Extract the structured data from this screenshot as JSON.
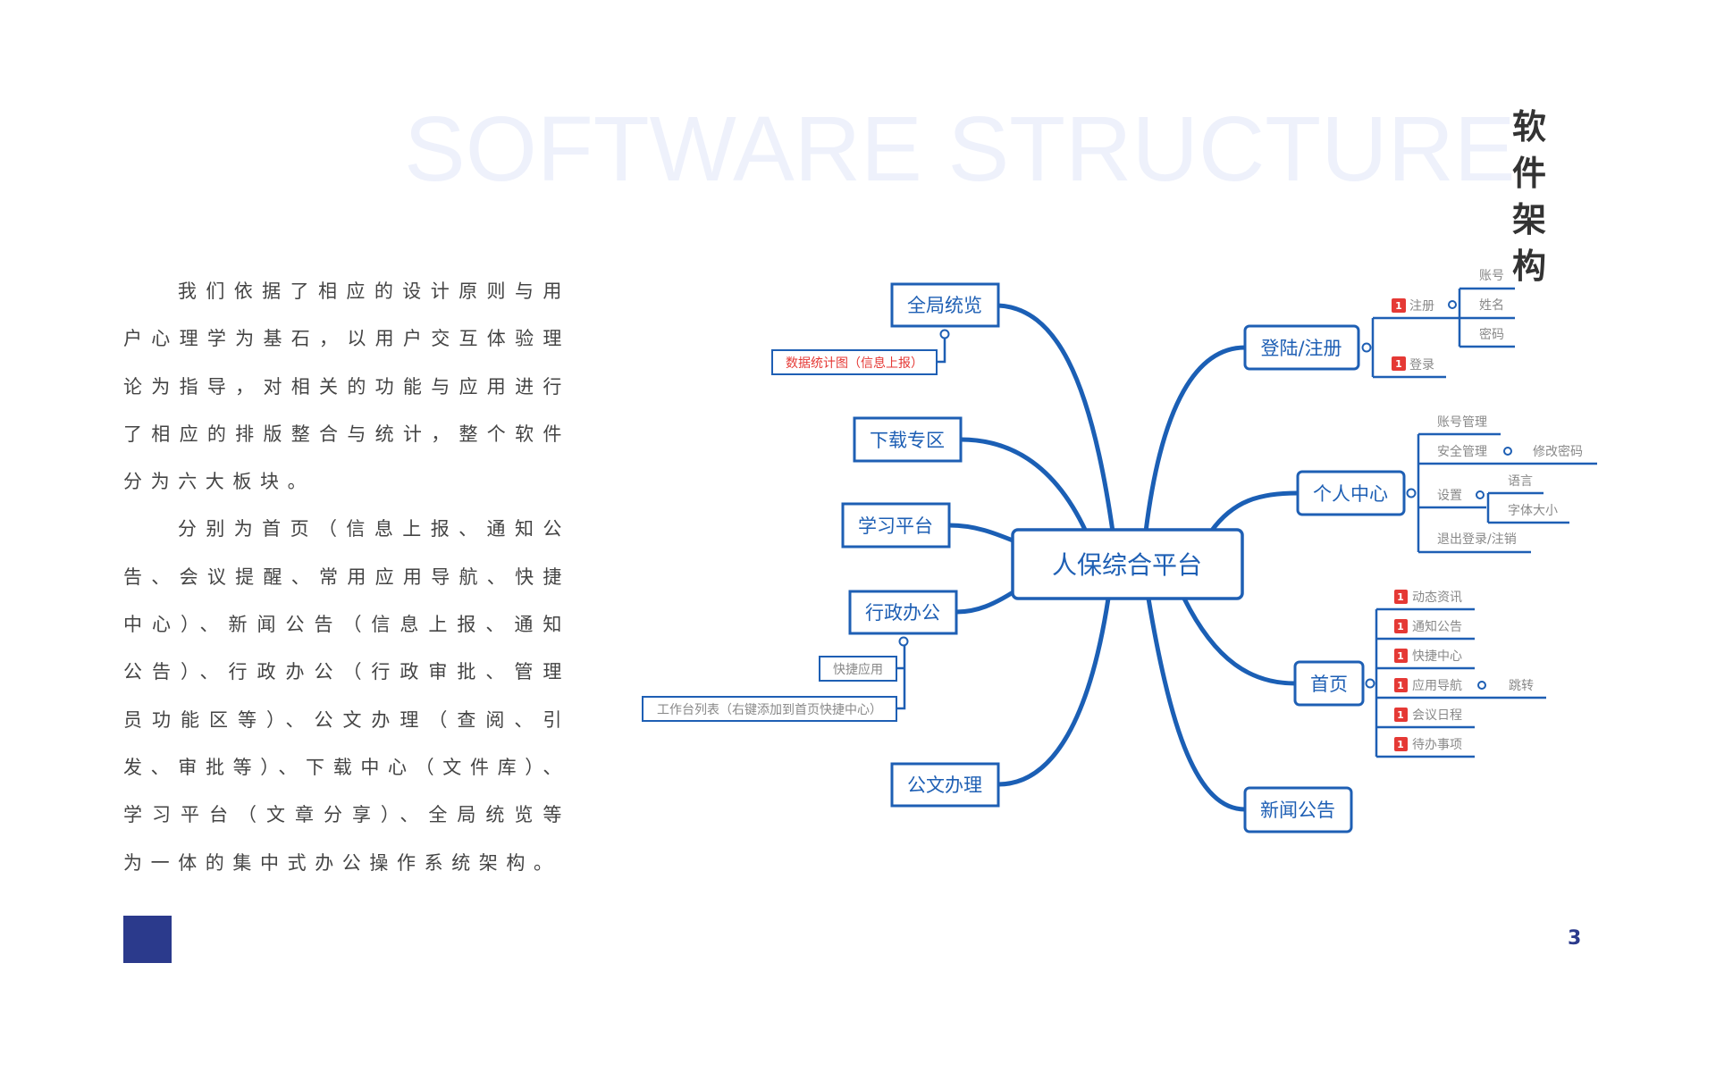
{
  "header": {
    "watermark_title": "SOFTWARE STRUCTURE",
    "title_line1": "软 件",
    "title_line2": "架 构"
  },
  "body": {
    "p1": "我们依据了相应的设计原则与用户心理学为基石，以用户交互体验理论为指导，对相关的功能与应用进行了相应的排版整合与统计，整个软件分为六大板块。",
    "p2": "分别为首页（信息上报、通知公告、会议提醒、常用应用导航、快捷中心）、新闻公告（信息上报、通知公告）、行政办公（行政审批、管理员功能区等）、公文办理（查阅、引发、审批等）、下载中心（文件库）、学习平台（文章分享）、全局统览等为一体的集中式办公操作系统架构。"
  },
  "page_number": "3",
  "colors": {
    "accent": "#2b3a8c",
    "node": "#1e5fb4",
    "badge": "#e53935"
  },
  "mindmap": {
    "center": "人保综合平台",
    "left": {
      "overview": "全局统览",
      "overview_child": "数据统计图（信息上报）",
      "download": "下载专区",
      "learning": "学习平台",
      "admin": "行政办公",
      "admin_children": [
        "快捷应用",
        "工作台列表（右键添加到首页快捷中心）"
      ],
      "docs": "公文办理"
    },
    "right": {
      "login": "登陆/注册",
      "register": "注册",
      "register_children": [
        "账号",
        "姓名",
        "密码"
      ],
      "signin": "登录",
      "personal": "个人中心",
      "personal_children": [
        "账号管理",
        "安全管理",
        "设置",
        "退出登录/注销"
      ],
      "security_child": "修改密码",
      "settings_children": [
        "语言",
        "字体大小"
      ],
      "home": "首页",
      "home_children": [
        "动态资讯",
        "通知公告",
        "快捷中心",
        "应用导航",
        "会议日程",
        "待办事项"
      ],
      "nav_child": "跳转",
      "news": "新闻公告"
    },
    "badge_label": "1"
  }
}
